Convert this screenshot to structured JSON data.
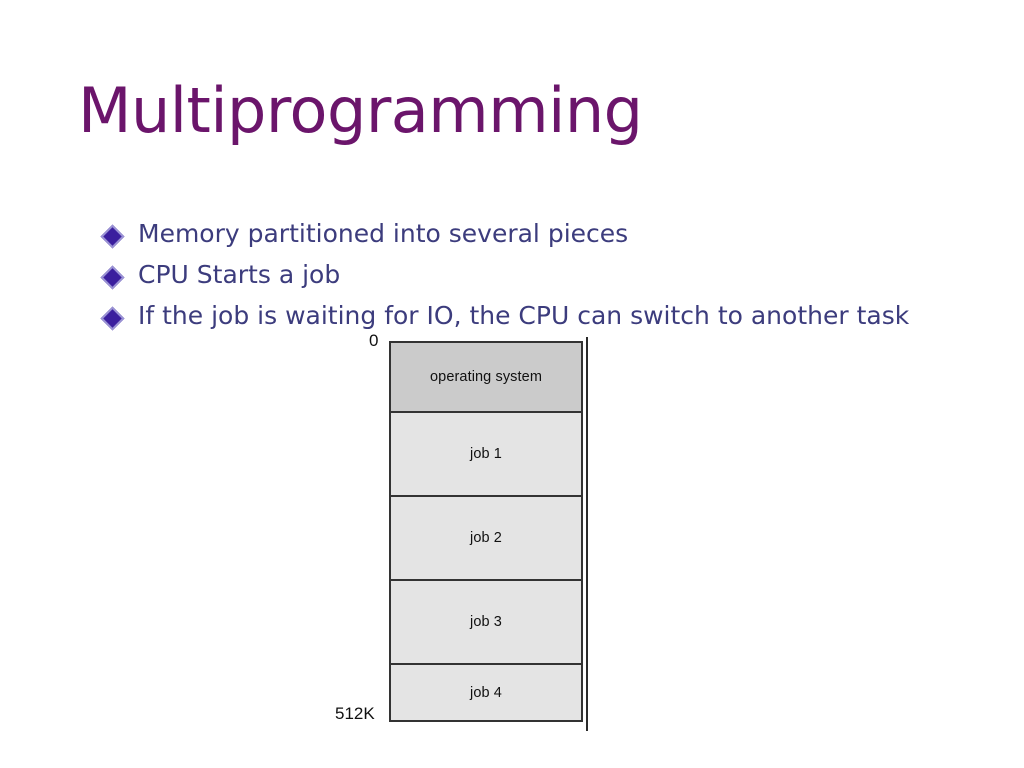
{
  "slide": {
    "title": "Multiprogramming",
    "title_color": "#6b156b",
    "background_color": "#ffffff",
    "body_text_color": "#3c3c7d"
  },
  "bullets": {
    "marker_icon": "diamond-bullet-icon",
    "marker_fill": "#3b1f9e",
    "marker_border": "#9a92d4",
    "items": [
      {
        "text": "Memory partitioned into several pieces"
      },
      {
        "text": "CPU Starts a job"
      },
      {
        "text": "If the job is waiting for IO, the CPU can switch to another task"
      }
    ]
  },
  "memory_diagram": {
    "address_top": "0",
    "address_bottom": "512K",
    "os_block_color": "#cbcbcb",
    "job_block_color": "#e4e4e4",
    "border_color": "#333333",
    "blocks": [
      {
        "label": "operating system",
        "kind": "os"
      },
      {
        "label": "job 1",
        "kind": "job"
      },
      {
        "label": "job 2",
        "kind": "job"
      },
      {
        "label": "job 3",
        "kind": "job"
      },
      {
        "label": "job 4",
        "kind": "job-last"
      }
    ]
  }
}
